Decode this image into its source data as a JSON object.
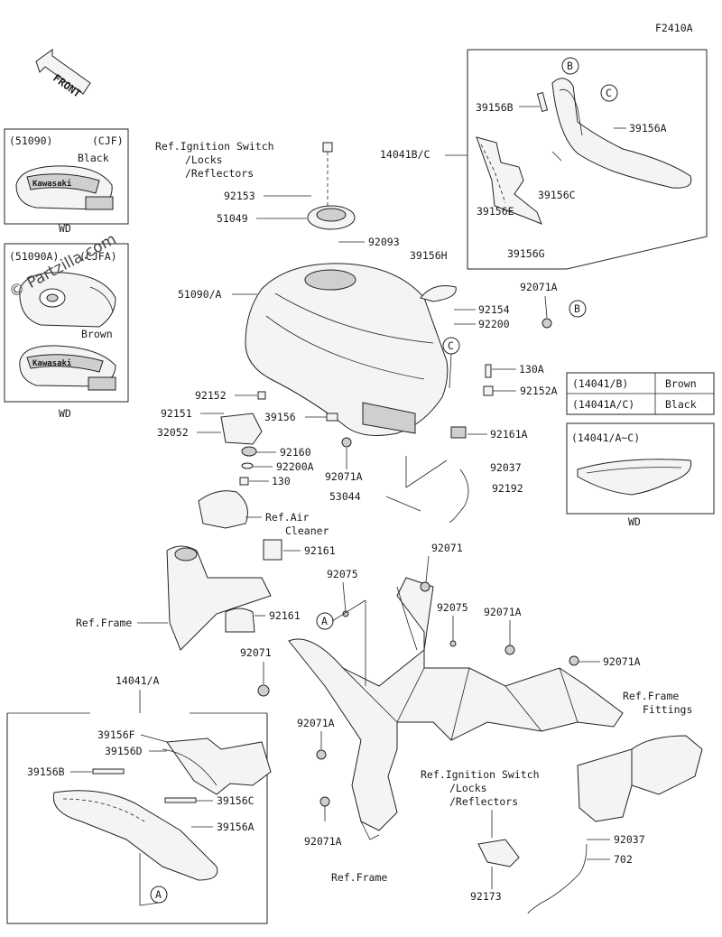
{
  "figure_code": "F2410A",
  "front_label": "FRONT",
  "watermark": "© Partzilla.com",
  "panels": {
    "cjf": {
      "code": "(51090)",
      "variant": "(CJF)",
      "color": "Black",
      "logo": "Kawasaki",
      "note": "WD"
    },
    "cjfa": {
      "code": "(51090A)",
      "variant": "(CJFA)",
      "color": "Brown",
      "logo": "Kawasaki",
      "note": "WD"
    },
    "cover": {
      "code": "(14041/A~C)",
      "note": "WD"
    },
    "topright_ref": "14041B/C",
    "bottomleft_ref": "14041/A"
  },
  "color_table": [
    {
      "code": "(14041/B)",
      "color": "Brown"
    },
    {
      "code": "(14041A/C)",
      "color": "Black"
    }
  ],
  "circles": {
    "a": "A",
    "b": "B",
    "c": "C"
  },
  "labels": {
    "l_ign1a": "Ref.Ignition Switch",
    "l_ign1b": "/Locks",
    "l_ign1c": "/Reflectors",
    "l_92153": "92153",
    "l_51049": "51049",
    "l_92093": "92093",
    "l_51090a": "51090/A",
    "l_39156h": "39156H",
    "l_92154": "92154",
    "l_92200": "92200",
    "l_92071a_1": "92071A",
    "l_130a": "130A",
    "l_92152a": "92152A",
    "l_92152": "92152",
    "l_92151": "92151",
    "l_39156": "39156",
    "l_32052": "32052",
    "l_92161a": "92161A",
    "l_92160": "92160",
    "l_92200a": "92200A",
    "l_130": "130",
    "l_92071a_2": "92071A",
    "l_92037_1": "92037",
    "l_53044": "53044",
    "l_92192": "92192",
    "l_air1": "Ref.Air",
    "l_air2": "Cleaner",
    "l_92161_1": "92161",
    "l_92071_1": "92071",
    "l_92075_1": "92075",
    "l_92075_2": "92075",
    "l_92071a_3": "92071A",
    "l_refframe1": "Ref.Frame",
    "l_92161_2": "92161",
    "l_92071_2": "92071",
    "l_92071a_4": "92071A",
    "l_fit1": "Ref.Frame",
    "l_fit2": "Fittings",
    "l_92071a_5": "92071A",
    "l_39156f": "39156F",
    "l_39156d": "39156D",
    "l_39156b_2": "39156B",
    "l_39156c_2": "39156C",
    "l_39156a_2": "39156A",
    "l_92071a_6": "92071A",
    "l_ign2a": "Ref.Ignition Switch",
    "l_ign2b": "/Locks",
    "l_ign2c": "/Reflectors",
    "l_refframe2": "Ref.Frame",
    "l_92173": "92173",
    "l_92037_2": "92037",
    "l_702": "702",
    "l_39156b_1": "39156B",
    "l_39156a_1": "39156A",
    "l_39156c_1": "39156C",
    "l_39156e": "39156E",
    "l_39156g": "39156G"
  }
}
